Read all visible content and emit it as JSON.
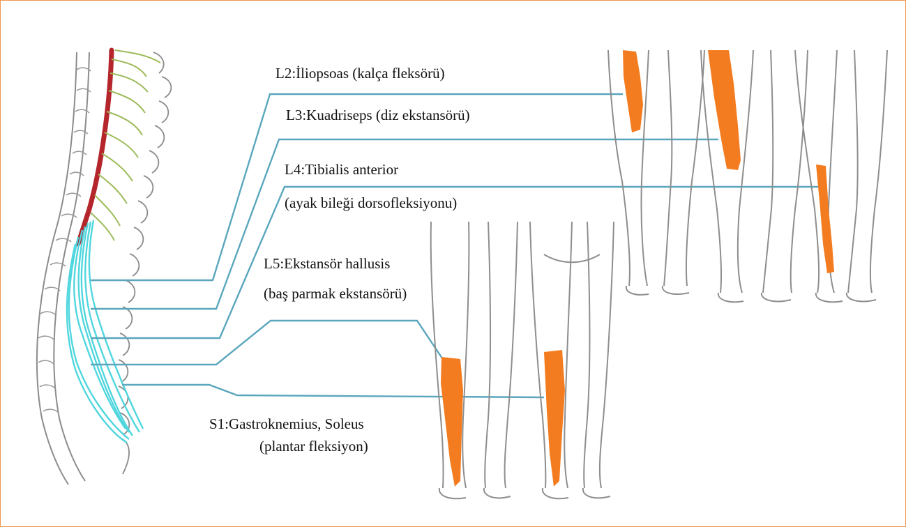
{
  "diagram": {
    "labels": {
      "l2_title": "L2:İliopsoas (kalça fleksörü)",
      "l3_title": "L3:Kuadriseps (diz ekstansörü)",
      "l4_title": "L4:Tibialis anterior",
      "l4_sub": "(ayak bileği dorsofleksiyonu)",
      "l5_title": "L5:Ekstansör hallusis",
      "l5_sub": "(baş parmak ekstansörü)",
      "s1_title": "S1:Gastroknemius, Soleus",
      "s1_sub": "(plantar fleksiyon)"
    },
    "colors": {
      "frame_border": "#f0954a",
      "spinal_cord": "#b5262c",
      "nerve_roots_upper": "#9dbb5a",
      "cauda_equina": "#4fd6de",
      "connector_lines": "#5aa6bd",
      "muscle_highlight": "#f47c20"
    }
  }
}
